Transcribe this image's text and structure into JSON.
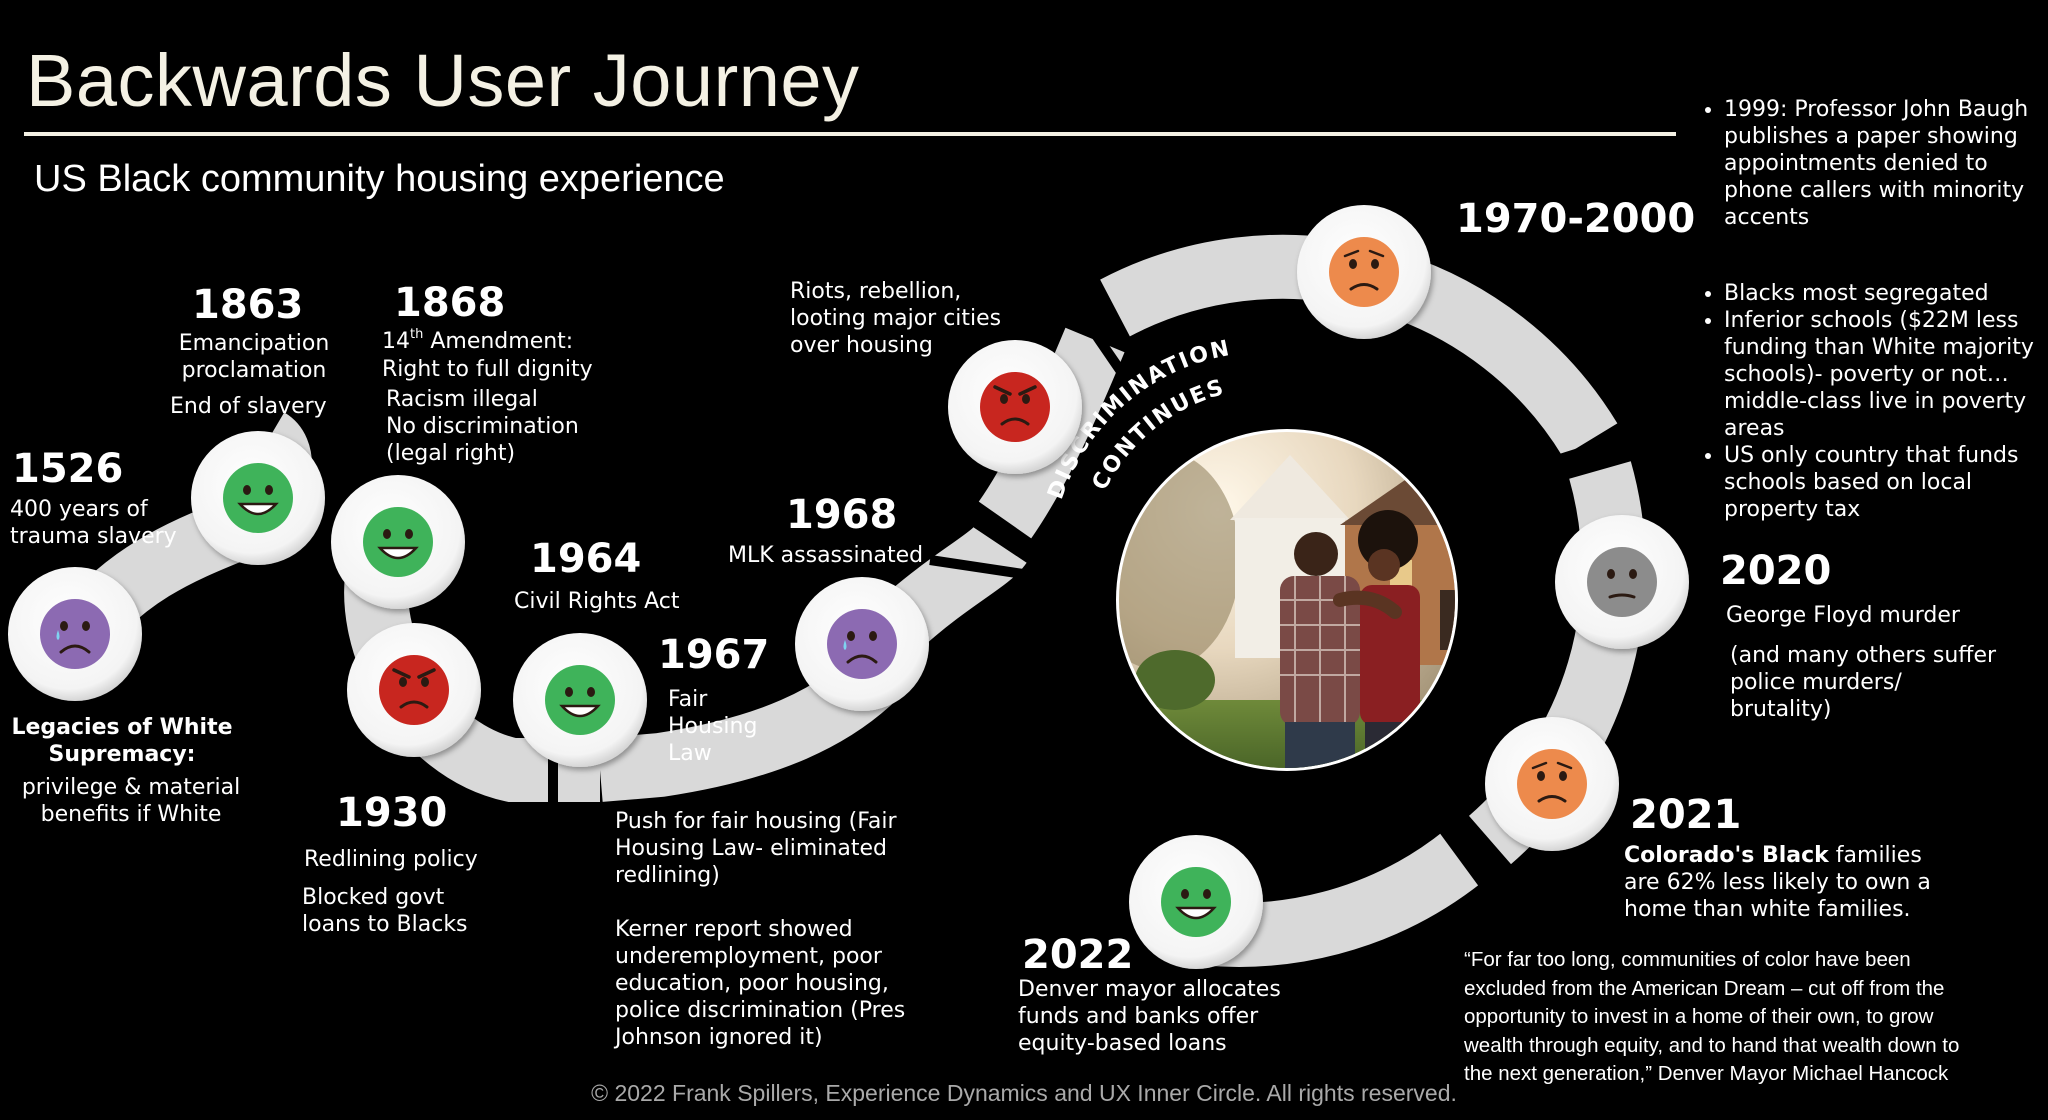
{
  "header": {
    "title": "Backwards User Journey",
    "subtitle": "US Black community housing experience"
  },
  "colors": {
    "background": "#000000",
    "track": "#d9d9d9",
    "badge": "#ffffff",
    "happy": "#3fb35a",
    "sad": "#8c6ab2",
    "angry": "#c8261f",
    "worried": "#ed8a4c",
    "neutral": "#8c8c8c"
  },
  "faces": [
    {
      "name": "face-1526",
      "mood": "sad",
      "color": "#8c6ab2"
    },
    {
      "name": "face-1863",
      "mood": "happy",
      "color": "#3fb35a"
    },
    {
      "name": "face-1868",
      "mood": "happy",
      "color": "#3fb35a"
    },
    {
      "name": "face-1930",
      "mood": "angry",
      "color": "#c8261f"
    },
    {
      "name": "face-1964",
      "mood": "happy",
      "color": "#3fb35a"
    },
    {
      "name": "face-1968",
      "mood": "sad",
      "color": "#8c6ab2"
    },
    {
      "name": "face-riots",
      "mood": "angry",
      "color": "#c8261f"
    },
    {
      "name": "face-1970-2000",
      "mood": "worried",
      "color": "#ed8a4c"
    },
    {
      "name": "face-2020",
      "mood": "neutral",
      "color": "#8c8c8c"
    },
    {
      "name": "face-2021",
      "mood": "worried",
      "color": "#ed8a4c"
    },
    {
      "name": "face-2022",
      "mood": "happy",
      "color": "#3fb35a"
    }
  ],
  "center_label": {
    "line1": "DISCRIMINATION",
    "line2": "CONTINUES"
  },
  "center_photo_icon": "couple-house-photo",
  "events": {
    "e1526": {
      "year": "1526",
      "text": "400 years of\ntrauma slavery"
    },
    "legacy": {
      "heading": "Legacies of White\nSupremacy:",
      "text": "privilege & material\nbenefits if White"
    },
    "e1863": {
      "year": "1863",
      "text": "Emancipation\nproclamation",
      "text2": "End of slavery"
    },
    "e1868": {
      "year": "1868",
      "line1_pre": "14",
      "line1_sup": "th",
      "line1_post": " Amendment:",
      "line2": "Right to full dignity",
      "line3": "Racism illegal\nNo discrimination\n(legal right)"
    },
    "e1930": {
      "year": "1930",
      "text": "Redlining policy",
      "text2": "Blocked govt\nloans to Blacks"
    },
    "e1964": {
      "year": "1964",
      "text": "Civil Rights Act"
    },
    "e1967": {
      "year": "1967",
      "text": "Fair\nHousing\nLaw"
    },
    "push": {
      "text": "Push for fair housing (Fair\nHousing Law- eliminated\nredlining)",
      "text2": "Kerner report showed\nunderemployment, poor\neducation, poor housing,\npolice discrimination (Pres\nJohnson ignored it)"
    },
    "e1968": {
      "year": "1968",
      "text": "MLK assassinated"
    },
    "riots": {
      "text": "Riots, rebellion,\nlooting major cities\nover housing"
    },
    "e1970": {
      "year": "1970-2000"
    },
    "e2020": {
      "year": "2020",
      "text": "George Floyd murder",
      "text2": "(and many others suffer\npolice murders/\nbrutality)"
    },
    "e2021": {
      "year": "2021",
      "bold": "Colorado's Black",
      "rest": " families\nare 62% less likely to own a\nhome than white families."
    },
    "e2022": {
      "year": "2022",
      "text": "Denver mayor allocates\nfunds and banks offer\nequity-based loans"
    }
  },
  "bullets_top": [
    "1999: Professor John Baugh publishes a paper showing appointments denied to phone callers with minority accents"
  ],
  "bullets_mid": [
    "Blacks most segregated",
    "Inferior schools ($22M less funding than White majority schools)- poverty or not…middle-class live in poverty areas",
    "US only country that funds schools based on local property tax"
  ],
  "quote": "“For far too long, communities of color have been excluded from the American Dream – cut off from the opportunity to invest in a home of their own, to grow wealth through equity, and to hand that wealth down to the next generation,” Denver Mayor Michael Hancock",
  "footer": "© 2022 Frank Spillers, Experience Dynamics and UX Inner Circle. All rights reserved."
}
